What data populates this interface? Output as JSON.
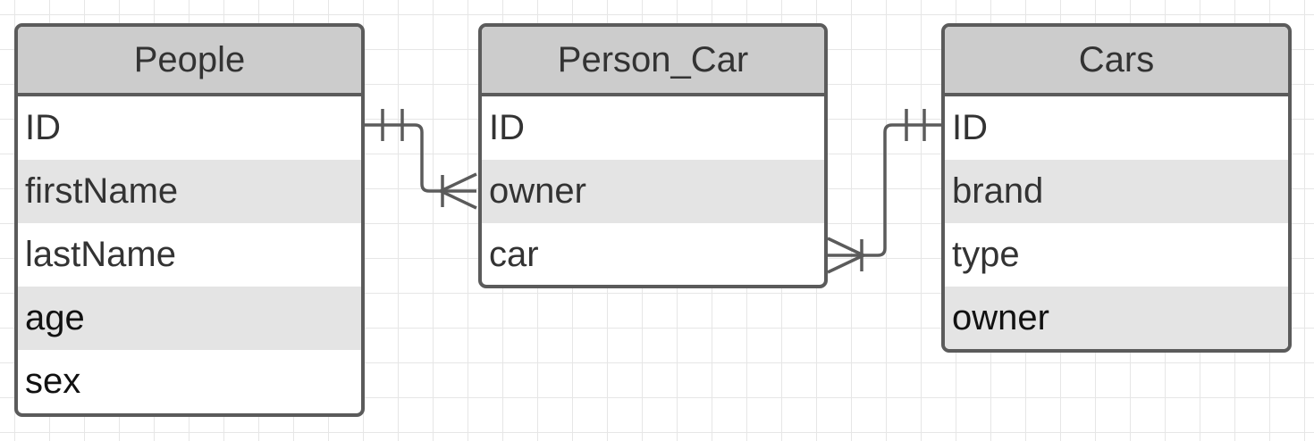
{
  "entities": {
    "people": {
      "title": "People",
      "fields": [
        "ID",
        "firstName",
        "lastName",
        "age",
        "sex"
      ]
    },
    "person_car": {
      "title": "Person_Car",
      "fields": [
        "ID",
        "owner",
        "car"
      ]
    },
    "cars": {
      "title": "Cars",
      "fields": [
        "ID",
        "brand",
        "type",
        "owner"
      ]
    }
  },
  "relationships": [
    {
      "from": "People.ID",
      "to": "Person_Car.owner",
      "from_cardinality": "one-and-only-one",
      "to_cardinality": "one-or-many"
    },
    {
      "from": "Cars.ID",
      "to": "Person_Car.car",
      "from_cardinality": "one-and-only-one",
      "to_cardinality": "one-or-many"
    }
  ],
  "colors": {
    "border": "#5b5b5b",
    "header_bg": "#cccccc",
    "alt_row_bg": "#e4e4e4",
    "grid": "#e6e6e6"
  }
}
